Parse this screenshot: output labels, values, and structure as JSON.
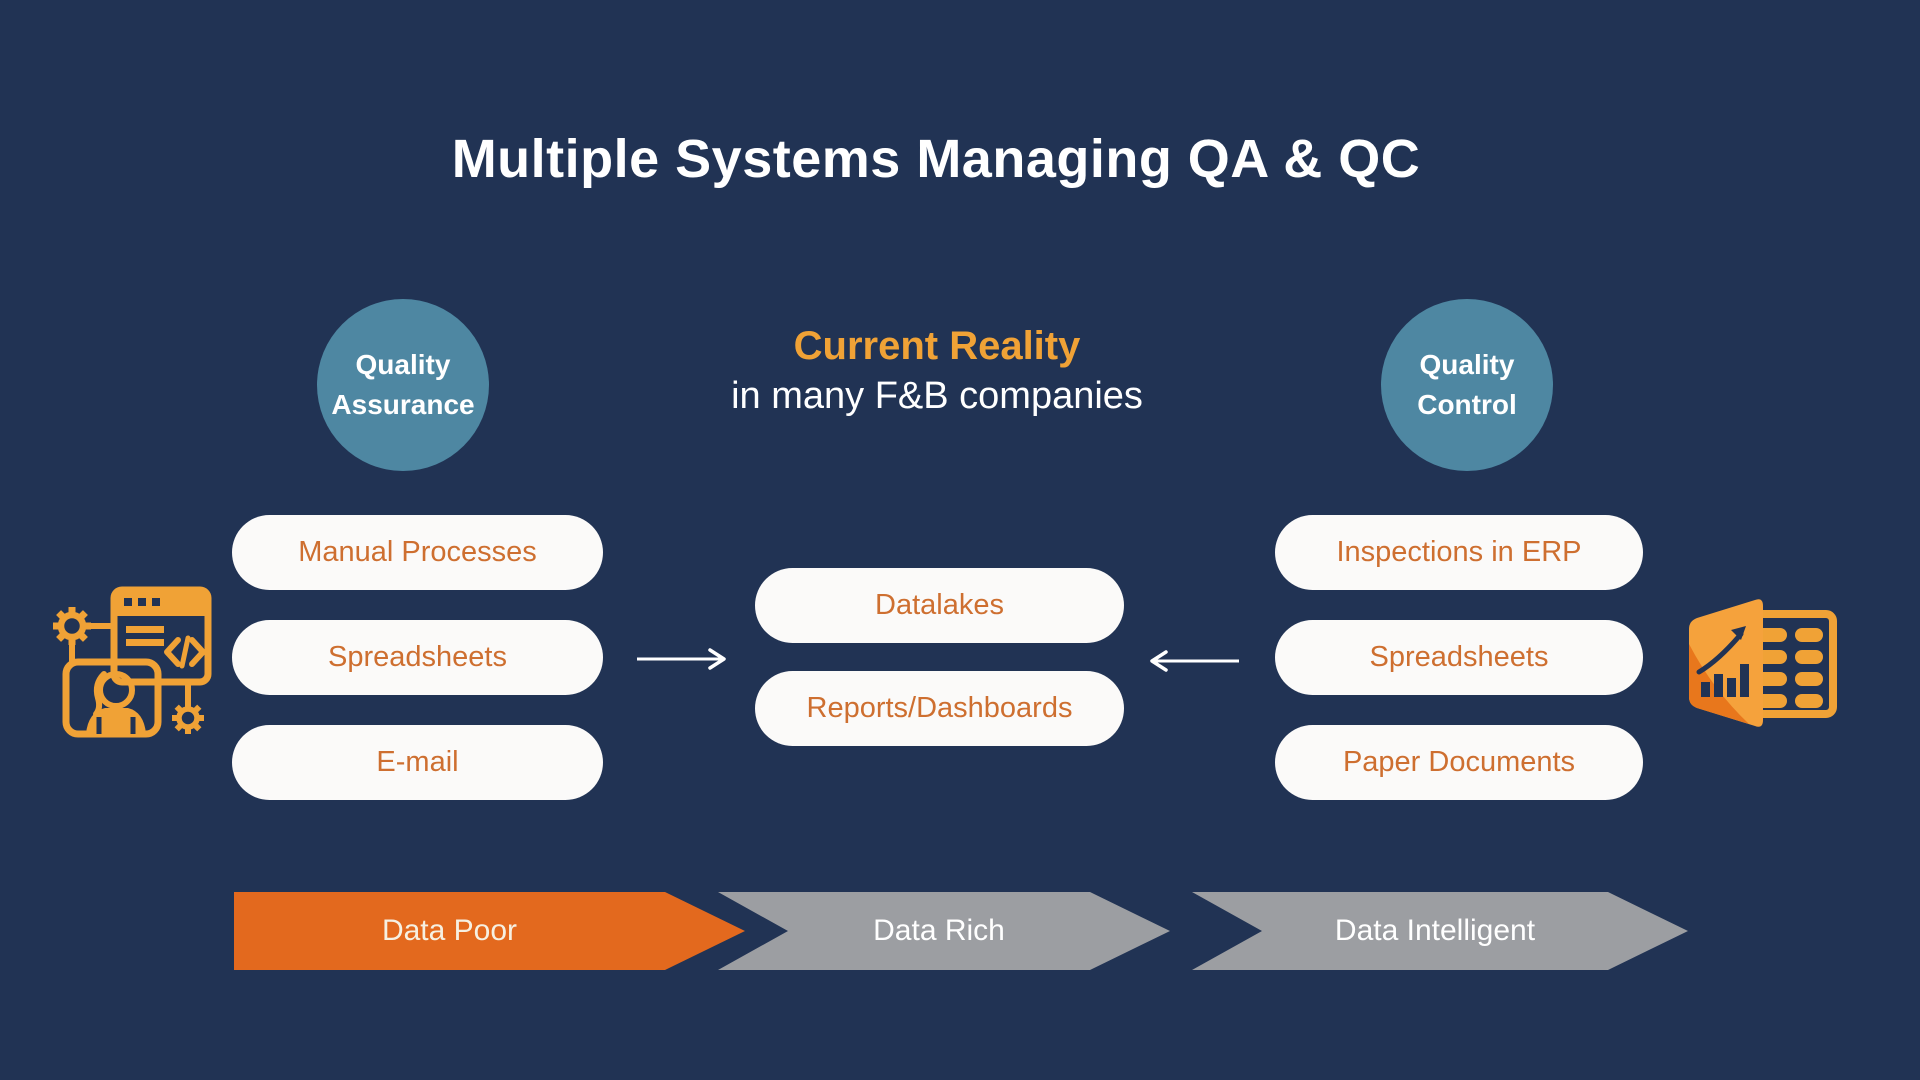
{
  "colors": {
    "background": "#213354",
    "accent_amber": "#F0A236",
    "pill_text": "#CE6F30",
    "pill_bg": "#FBFAF9",
    "circle_teal": "#4E87A2",
    "chevron_orange": "#E3691E",
    "chevron_gray": "#9C9EA2",
    "white": "#FFFFFF"
  },
  "header": {
    "title": "Multiple Systems Managing QA & QC"
  },
  "reality": {
    "heading": "Current Reality",
    "subheading": "in many F&B companies"
  },
  "qa": {
    "circle": {
      "line1": "Quality",
      "line2": "Assurance"
    },
    "pills": [
      "Manual Processes",
      "Spreadsheets",
      "E-mail"
    ],
    "icon": "developer-automation-icon"
  },
  "qc": {
    "circle": {
      "line1": "Quality",
      "line2": "Control"
    },
    "pills": [
      "Inspections in ERP",
      "Spreadsheets",
      "Paper Documents"
    ],
    "icon": "spreadsheet-chart-icon"
  },
  "center_pills": [
    "Datalakes",
    "Reports/Dashboards"
  ],
  "maturity": {
    "stages": [
      {
        "label": "Data Poor",
        "bg": "#E3691E",
        "fg": "#F6F0E2"
      },
      {
        "label": "Data Rich",
        "bg": "#9C9EA2",
        "fg": "#FFFFFF"
      },
      {
        "label": "Data Intelligent",
        "bg": "#9C9EA2",
        "fg": "#FFFFFF"
      }
    ]
  }
}
